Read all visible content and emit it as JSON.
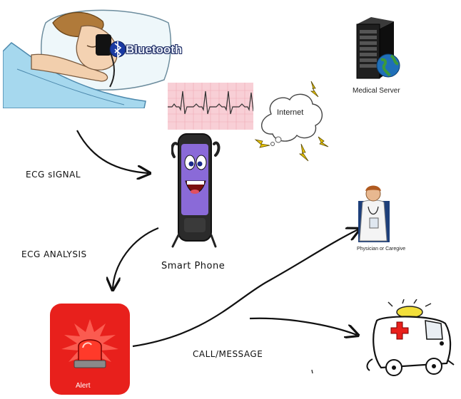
{
  "labels": {
    "bluetooth": "Bluetooth",
    "ecg_signal": "ECG sIGNAL",
    "ecg_analysis": "ECG ANALYSIS",
    "smart_phone": "Smart Phone",
    "internet": "Internet",
    "medical_server": "Medical Server",
    "physician": "Physician or Caregive",
    "call_message": "CALL/MESSAGE",
    "alert": "Alert"
  },
  "colors": {
    "alert_red": "#e8201c",
    "ecg_bg": "#f6c8cf",
    "phone_purple": "#8a6ad8",
    "server_black": "#1c1c1c",
    "globe_blue": "#1f6fb8",
    "doctor_blue": "#1d3f7a"
  }
}
